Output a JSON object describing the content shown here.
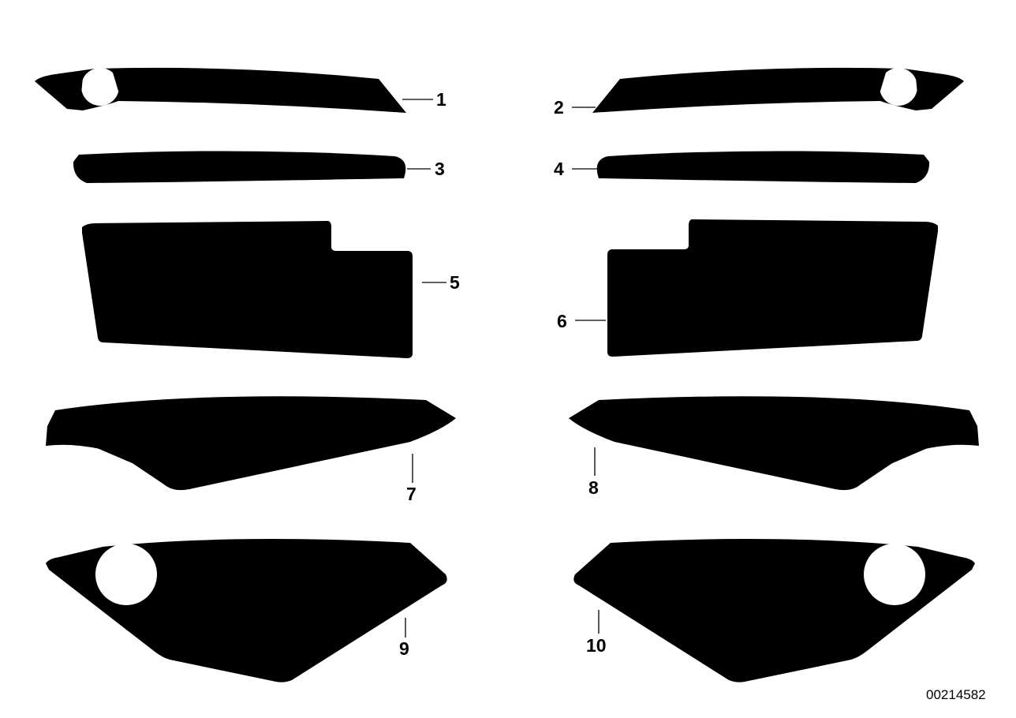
{
  "diagram": {
    "callouts": [
      "1",
      "2",
      "3",
      "4",
      "5",
      "6",
      "7",
      "8",
      "9",
      "10"
    ],
    "document_id": "00214582"
  }
}
